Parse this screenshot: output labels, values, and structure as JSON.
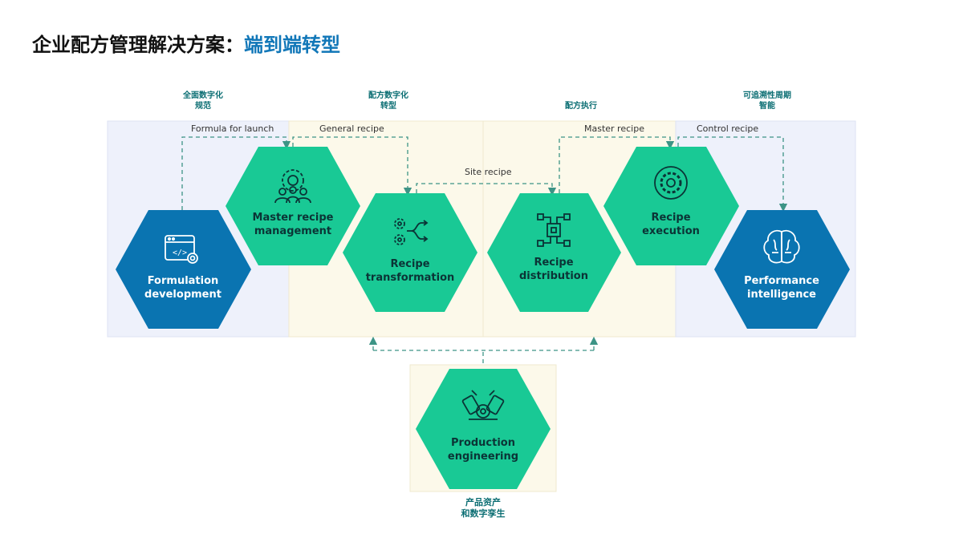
{
  "title": {
    "main": "企业配方管理解决方案：",
    "accent": "端到端转型"
  },
  "panels": [
    {
      "label": "全面数字化\n规范"
    },
    {
      "label": "配方数字化\n转型"
    },
    {
      "label": "配方执行"
    },
    {
      "label": "可追溯性周期\n智能"
    }
  ],
  "bottom_label": "产品资产\n和数字孪生",
  "flows": {
    "formula_for_launch": "Formula for launch",
    "general_recipe": "General recipe",
    "site_recipe": "Site recipe",
    "master_recipe": "Master recipe",
    "control_recipe": "Control recipe"
  },
  "nodes": {
    "formulation": {
      "label": "Formulation\ndevelopment",
      "icon": "code-gear-icon"
    },
    "master_mgmt": {
      "label": "Master recipe\nmanagement",
      "icon": "team-gear-icon"
    },
    "transformation": {
      "label": "Recipe\ntransformation",
      "icon": "gears-arrows-icon"
    },
    "distribution": {
      "label": "Recipe\ndistribution",
      "icon": "circuit-icon"
    },
    "execution": {
      "label": "Recipe\nexecution",
      "icon": "gear-cog-icon"
    },
    "performance": {
      "label": "Performance\nintelligence",
      "icon": "brain-icon"
    },
    "production": {
      "label": "Production\nengineering",
      "icon": "engine-icon"
    }
  },
  "colors": {
    "green_hex": "#19c995",
    "blue_hex": "#0a74b1",
    "panel_blue": "#eef1fb",
    "panel_cream": "#fcf9ea",
    "connector": "#3d9486"
  }
}
